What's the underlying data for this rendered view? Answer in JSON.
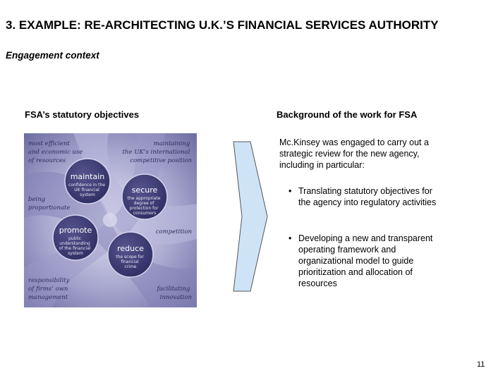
{
  "slide": {
    "title": "3. EXAMPLE:  RE-ARCHITECTING U.K.’S FINANCIAL SERVICES AUTHORITY",
    "subtitle": "Engagement context",
    "page_number": "11"
  },
  "left": {
    "heading": "FSA’s statutory objectives",
    "graphic": {
      "corner_labels": {
        "top_left": [
          "most efficient",
          "and economic use",
          "of resources"
        ],
        "top_right": [
          "maintaining",
          "the UK’s international",
          "competitive position"
        ],
        "left": [
          "being",
          "proportionate"
        ],
        "right": [
          "competition"
        ],
        "bottom_left": [
          "responsibility",
          "of firms’ own",
          "management"
        ],
        "bottom_right": [
          "facilitating",
          "innovation"
        ]
      },
      "objectives": {
        "maintain": {
          "word": "maintain",
          "lines": [
            "confidence in the",
            "UK financial",
            "system"
          ]
        },
        "secure": {
          "word": "secure",
          "lines": [
            "the appropriate",
            "degree of",
            "protection for",
            "consumers"
          ]
        },
        "promote": {
          "word": "promote",
          "lines": [
            "public",
            "understanding",
            "of the financial",
            "system"
          ]
        },
        "reduce": {
          "word": "reduce",
          "lines": [
            "the scope for",
            "financial",
            "crime"
          ]
        }
      }
    }
  },
  "right": {
    "heading": "Background of the work for FSA",
    "intro": "Mc.Kinsey was engaged to carry out a strategic review for the new agency, including in particular:",
    "bullets": [
      "Translating statutory objectives for the agency into regulatory activities",
      "Developing a new and transparent operating framework and organizational model to guide prioritization and allocation of resources"
    ],
    "bullet_symbol": "•"
  },
  "colors": {
    "arrow_fill": "#cfe3f7",
    "graphic_dark": "#5b5a8f",
    "graphic_light": "#c9c8e3",
    "circle_fill": "#3f3e75",
    "corner_text": "#2e2d5c"
  }
}
